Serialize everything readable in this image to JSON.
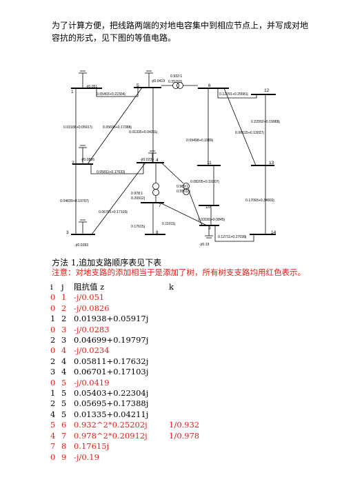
{
  "intro_text": "为了计算方便，把线路两端的对地电容集中到相应节点上，并写成对地容抗的形式，见下图的等值电路。",
  "circuit": {
    "nodes": {
      "n1": "1",
      "n2": "2",
      "n3": "3",
      "n4": "4",
      "n5": "5",
      "n6": "6",
      "n7": "7",
      "n8": "8",
      "n9": "9",
      "n10": "10",
      "n11": "11",
      "n12": "12",
      "n13": "13",
      "n14": "14"
    },
    "labels": {
      "c1": "-j/0.051",
      "c2": "-j/0.0826",
      "c3": "-j/0.0283",
      "c4": "-j/0.0234",
      "c5": "-j/0.0419",
      "c9": "-j/0.19",
      "t56_ratio": "0.932:1",
      "t56_z": "0.25202j",
      "t47_ratio": "0.978:1",
      "t47_z": "0.20912j",
      "t49_ratio": "0.969:1",
      "t49_z": "0.55618j",
      "z12": "0.01938+0.05917j",
      "z15": "0.05403+0.22304j",
      "z25": "0.05695+0.17388j",
      "z45": "0.01335+0.04211j",
      "z24": "0.05811+0.17632j",
      "z23": "0.04699+0.19797j",
      "z34": "0.06701+0.17103j",
      "z78": "0.17615j",
      "z79": "0.11011j",
      "z612": "0.12291+0.25581j",
      "z613": "0.06615+0.13027j",
      "z611": "0.09498+0.1989j",
      "z1213": "0.22092+0.19988j",
      "z1011": "0.08205+0.19207j",
      "z910": "0.03181+0.0845j",
      "z914": "0.12711+0.27038j",
      "z1314": "0.17093+0.34802j"
    }
  },
  "method_heading": "方法 1,追加支路顺序表见下表",
  "note_text": "注意：对地支路的添加相当于是添加了树，所有树支支路均用红色表示。",
  "table": {
    "headers": {
      "i": "i",
      "j": "j",
      "z": "阻抗值 z",
      "k": "k"
    },
    "rows": [
      {
        "i": "0",
        "j": "1",
        "z": "-j/0.051",
        "k": "",
        "red": true
      },
      {
        "i": "0",
        "j": "2",
        "z": "-j/0.0826",
        "k": "",
        "red": true
      },
      {
        "i": "1",
        "j": "2",
        "z": "0.01938+0.05917j",
        "k": "",
        "red": false
      },
      {
        "i": "0",
        "j": "3",
        "z": "-j/0.0283",
        "k": "",
        "red": true
      },
      {
        "i": "2",
        "j": "3",
        "z": "0.04699+0.19797j",
        "k": "",
        "red": false
      },
      {
        "i": "0",
        "j": "4",
        "z": "-j/0.0234",
        "k": "",
        "red": true
      },
      {
        "i": "2",
        "j": "4",
        "z": "0.05811+0.17632j",
        "k": "",
        "red": false
      },
      {
        "i": "3",
        "j": "4",
        "z": "0.06701+0.17103j",
        "k": "",
        "red": false
      },
      {
        "i": "0",
        "j": "5",
        "z": "-j/0.0419",
        "k": "",
        "red": true
      },
      {
        "i": "1",
        "j": "5",
        "z": "0.05403+0.22304j",
        "k": "",
        "red": false
      },
      {
        "i": "2",
        "j": "5",
        "z": "0.05695+0.17388j",
        "k": "",
        "red": false
      },
      {
        "i": "4",
        "j": "5",
        "z": "0.01335+0.04211j",
        "k": "",
        "red": false
      },
      {
        "i": "5",
        "j": "6",
        "z": "0.932^2*0.25202j",
        "k": "1/0.932",
        "red": true
      },
      {
        "i": "4",
        "j": "7",
        "z": "0.978^2*0.20912j",
        "k": "1/0.978",
        "red": true
      },
      {
        "i": "7",
        "j": "8",
        "z": "0.17615j",
        "k": "",
        "red": true
      },
      {
        "i": "0",
        "j": "9",
        "z": "-j/0.19",
        "k": "",
        "red": true
      }
    ]
  }
}
